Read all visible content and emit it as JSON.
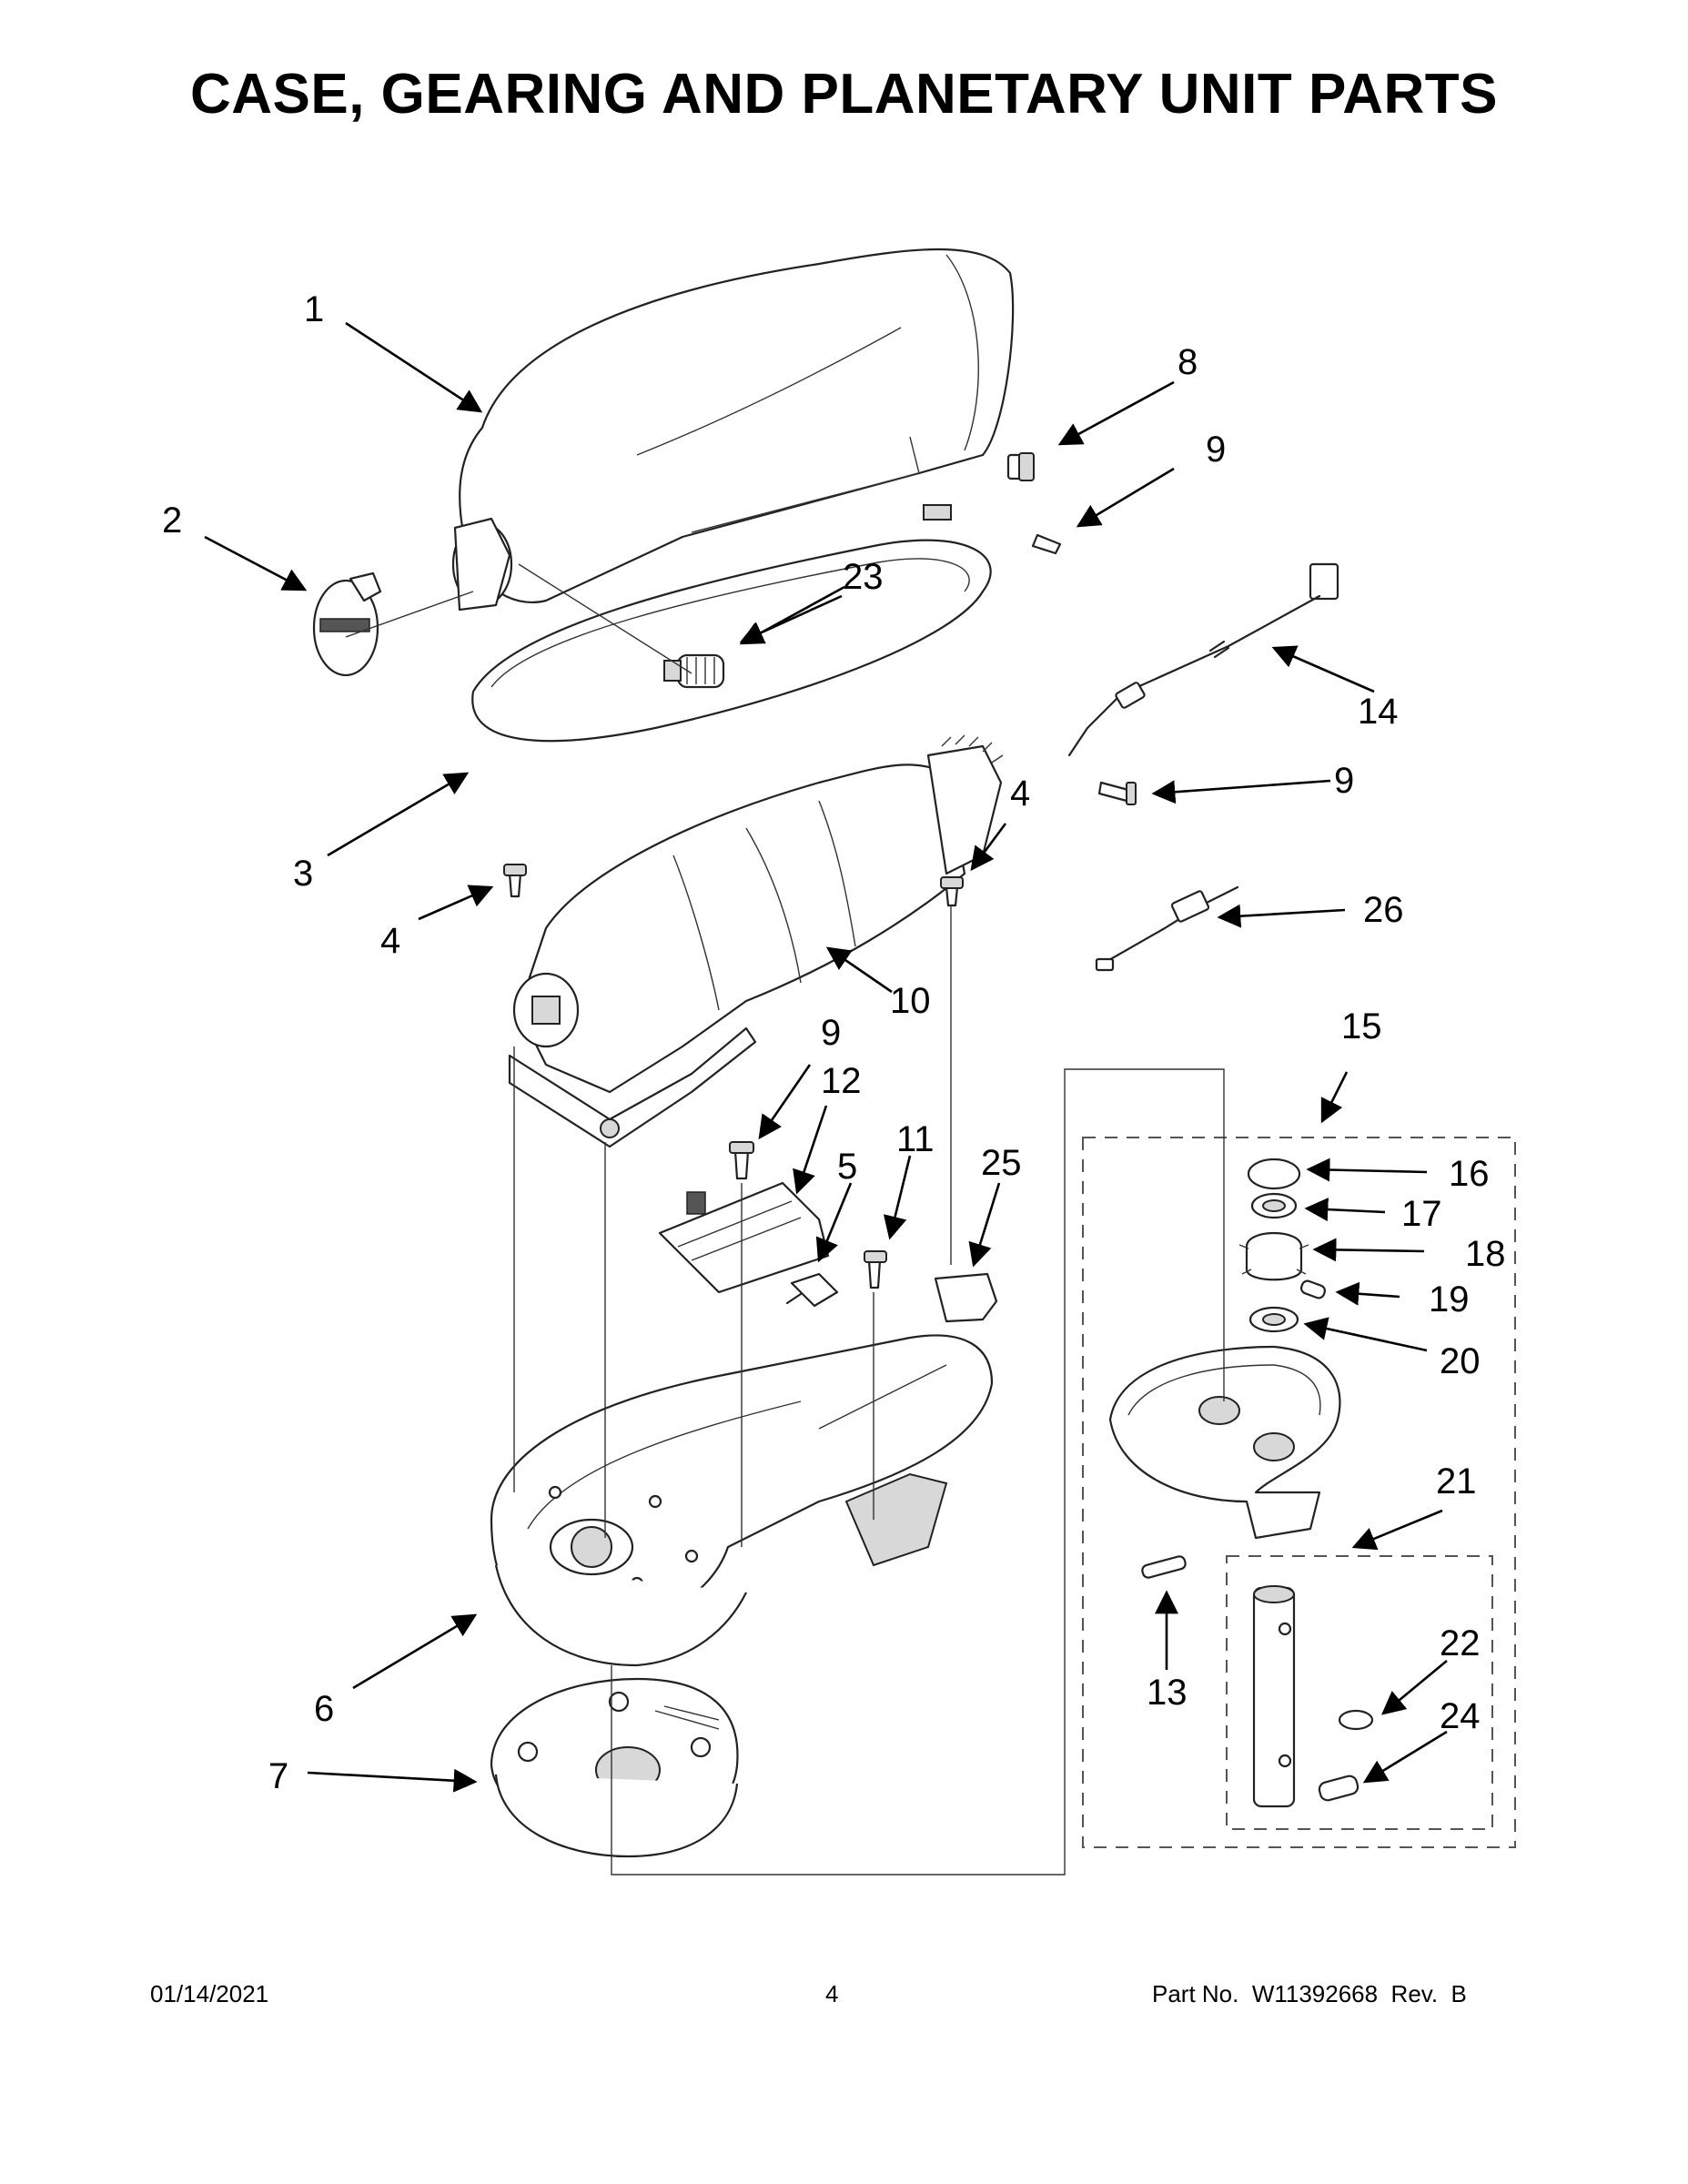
{
  "title": "CASE, GEARING AND PLANETARY UNIT PARTS",
  "callouts": [
    "1",
    "2",
    "3",
    "4",
    "4",
    "5",
    "6",
    "7",
    "8",
    "9",
    "9",
    "9",
    "10",
    "11",
    "12",
    "13",
    "14",
    "15",
    "16",
    "17",
    "18",
    "19",
    "20",
    "21",
    "22",
    "23",
    "24",
    "25",
    "26"
  ],
  "footer": {
    "date": "01/14/2021",
    "page": "4",
    "part_no": "Part No.  W11392668  Rev.  B"
  }
}
